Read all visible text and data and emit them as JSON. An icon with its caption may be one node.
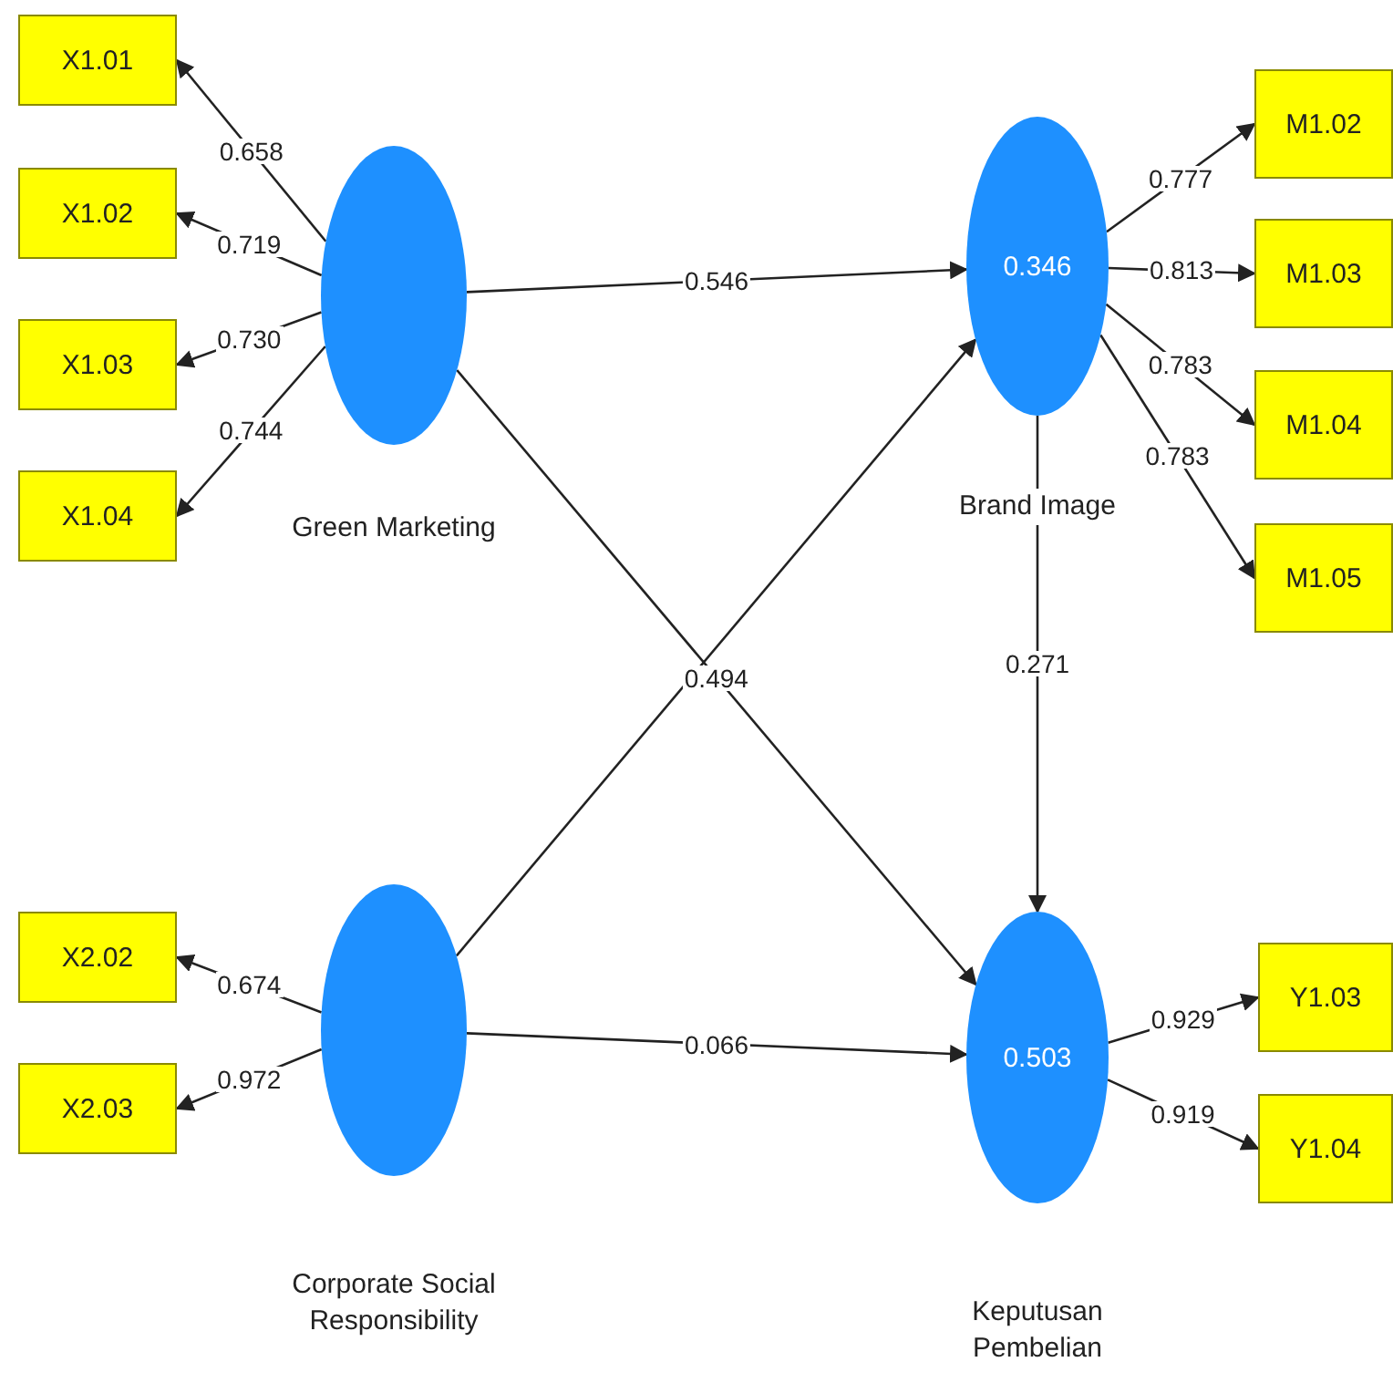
{
  "diagram": {
    "nodes": [
      {
        "text": [
          "X1.01"
        ]
      },
      {
        "text": [
          "X1.02"
        ]
      },
      {
        "text": [
          "X1.03"
        ]
      },
      {
        "text": [
          "X1.04"
        ]
      },
      {
        "text": [
          "Green Marketing"
        ]
      },
      {
        "text": [
          "0.346",
          "Brand Image"
        ]
      },
      {
        "text": [
          "M1.02"
        ]
      },
      {
        "text": [
          "M1.03"
        ]
      },
      {
        "text": [
          "M1.04"
        ]
      },
      {
        "text": [
          "M1.05"
        ]
      },
      {
        "text": [
          "X2.02"
        ]
      },
      {
        "text": [
          "X2.03"
        ]
      },
      {
        "text": [
          "Corporate Social Responsibility"
        ]
      },
      {
        "text": [
          "0.503",
          "Keputusan Pembelian"
        ]
      },
      {
        "text": [
          "Y1.03"
        ]
      },
      {
        "text": [
          "Y1.04"
        ]
      }
    ],
    "edges": [
      {
        "from": 4,
        "to": 0,
        "arrow": "to",
        "label": "0.658"
      },
      {
        "from": 4,
        "to": 1,
        "arrow": "to",
        "label": "0.719"
      },
      {
        "from": 4,
        "to": 2,
        "arrow": "to",
        "label": "0.730"
      },
      {
        "from": 4,
        "to": 3,
        "arrow": "to",
        "label": "0.744"
      },
      {
        "from": 5,
        "to": 6,
        "arrow": "to",
        "label": "0.777"
      },
      {
        "from": 5,
        "to": 7,
        "arrow": "to",
        "label": "0.813"
      },
      {
        "from": 5,
        "to": 8,
        "arrow": "to",
        "label": "0.783"
      },
      {
        "from": 5,
        "to": 9,
        "arrow": "to",
        "label": "0.783"
      },
      {
        "from": 4,
        "to": 5,
        "arrow": "to",
        "label": "0.546"
      },
      {
        "from": 4,
        "to": 13,
        "arrow": "to",
        "label": "0.494"
      },
      {
        "from": 12,
        "to": 5,
        "arrow": "to"
      },
      {
        "from": 12,
        "to": 13,
        "arrow": "to",
        "label": "0.066"
      },
      {
        "from": 5,
        "to": 13,
        "arrow": "to",
        "label": "0.271"
      },
      {
        "from": 12,
        "to": 10,
        "arrow": "to",
        "label": "0.674"
      },
      {
        "from": 12,
        "to": 11,
        "arrow": "to",
        "label": "0.972"
      },
      {
        "from": 13,
        "to": 14,
        "arrow": "to",
        "label": "0.929"
      },
      {
        "from": 13,
        "to": 15,
        "arrow": "to",
        "label": "0.919"
      }
    ]
  }
}
